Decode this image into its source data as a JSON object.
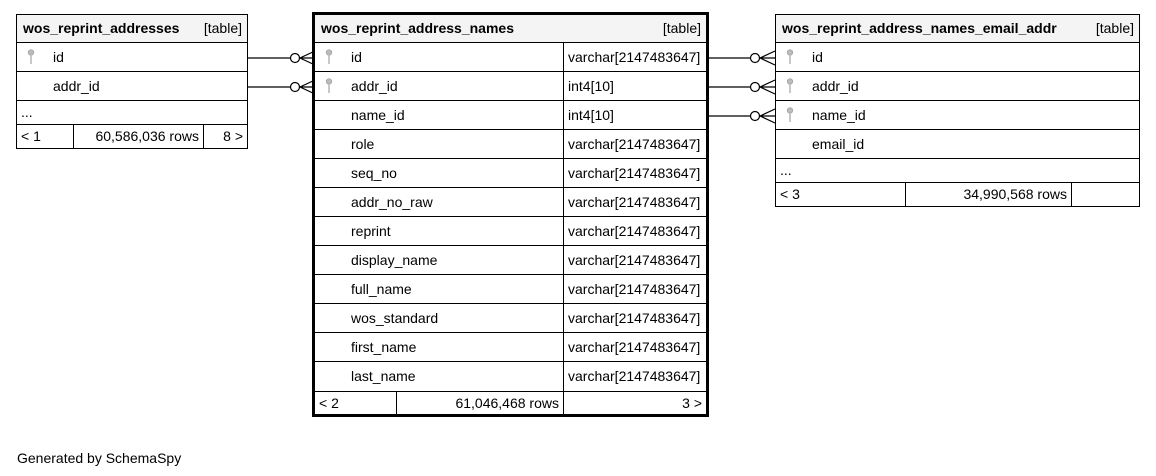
{
  "tables": {
    "left": {
      "name": "wos_reprint_addresses",
      "kind": "[table]",
      "columns": [
        "id",
        "addr_id"
      ],
      "ellipsis": "...",
      "footer": {
        "left": "< 1",
        "rows": "60,586,036 rows",
        "right": "8 >"
      }
    },
    "main": {
      "name": "wos_reprint_address_names",
      "kind": "[table]",
      "columns": [
        {
          "name": "id",
          "type": "varchar[2147483647]"
        },
        {
          "name": "addr_id",
          "type": "int4[10]"
        },
        {
          "name": "name_id",
          "type": "int4[10]"
        },
        {
          "name": "role",
          "type": "varchar[2147483647]"
        },
        {
          "name": "seq_no",
          "type": "varchar[2147483647]"
        },
        {
          "name": "addr_no_raw",
          "type": "varchar[2147483647]"
        },
        {
          "name": "reprint",
          "type": "varchar[2147483647]"
        },
        {
          "name": "display_name",
          "type": "varchar[2147483647]"
        },
        {
          "name": "full_name",
          "type": "varchar[2147483647]"
        },
        {
          "name": "wos_standard",
          "type": "varchar[2147483647]"
        },
        {
          "name": "first_name",
          "type": "varchar[2147483647]"
        },
        {
          "name": "last_name",
          "type": "varchar[2147483647]"
        }
      ],
      "footer": {
        "left": "< 2",
        "rows": "61,046,468 rows",
        "right": "3 >"
      }
    },
    "right": {
      "name": "wos_reprint_address_names_email_addr",
      "kind": "[table]",
      "columns": [
        "id",
        "addr_id",
        "name_id",
        "email_id"
      ],
      "ellipsis": "...",
      "footer": {
        "left": "< 3",
        "rows": "34,990,568 rows"
      }
    }
  },
  "generated_by": "Generated by SchemaSpy"
}
